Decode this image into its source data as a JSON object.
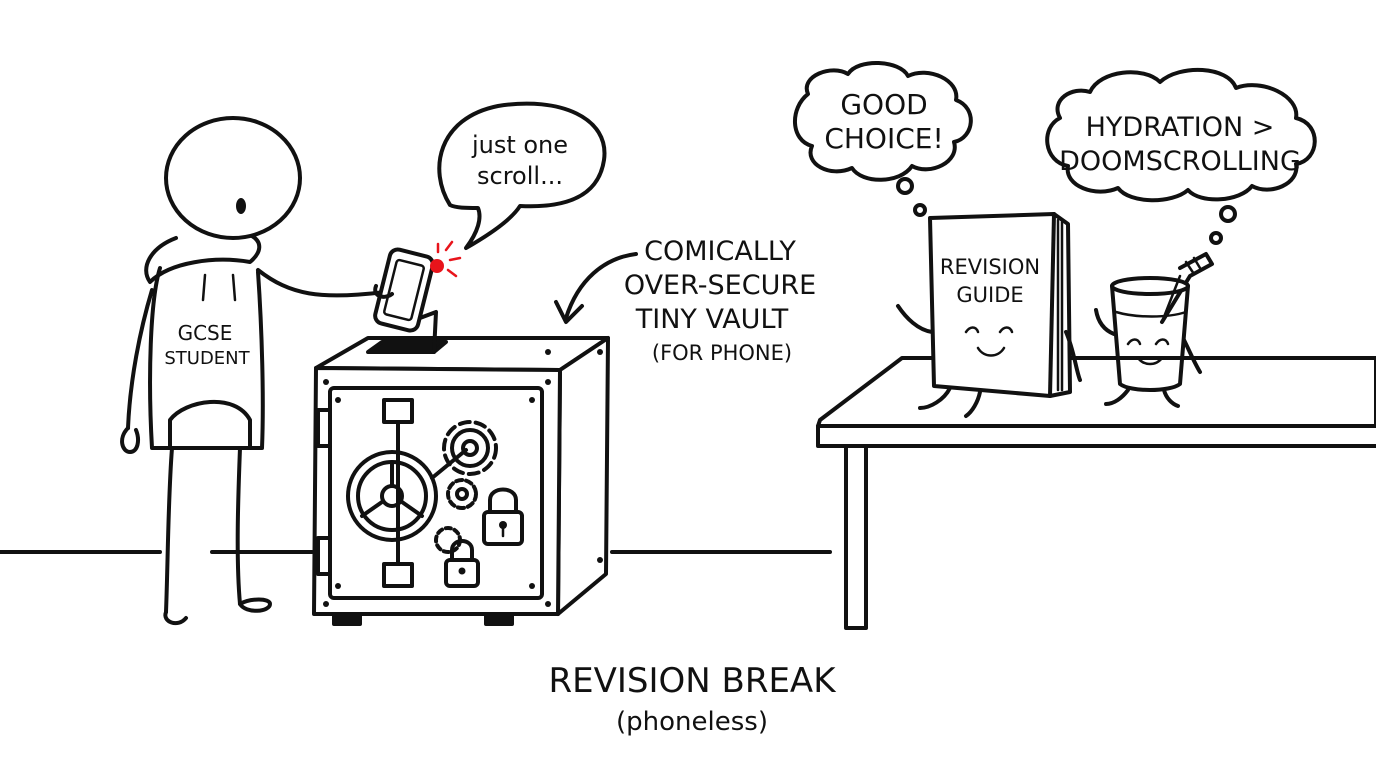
{
  "speech": {
    "student": [
      "just one",
      "scroll..."
    ],
    "book": [
      "GOOD",
      "CHOICE!"
    ],
    "drink": [
      "HYDRATION >",
      "DOOMSCROLLING"
    ]
  },
  "labels": {
    "hoodie": [
      "GCSE",
      "STUDENT"
    ],
    "vault": [
      "COMICALLY",
      "OVER-SECURE",
      "TINY VAULT"
    ],
    "vault_note": "(FOR PHONE)",
    "book_cover": [
      "REVISION",
      "GUIDE"
    ]
  },
  "caption": {
    "title": "REVISION BREAK",
    "subtitle": "(phoneless)"
  },
  "colors": {
    "ink": "#111111",
    "paper": "#ffffff",
    "notification": "#e8141b"
  }
}
